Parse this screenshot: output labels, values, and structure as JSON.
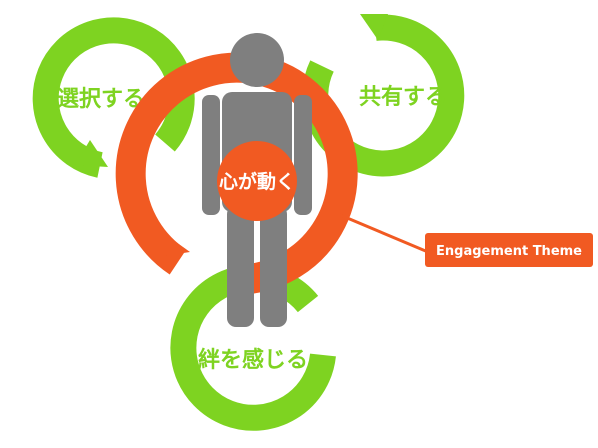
{
  "labels": {
    "select": "選択する",
    "share": "共有する",
    "bond": "絆を感じる",
    "heart": "心が動く",
    "theme": "Engagement Theme"
  },
  "colors": {
    "green": "#7ed321",
    "orange": "#f15a22",
    "figure": "#7f7f7f",
    "background": "#ffffff",
    "label_text": "#ffffff"
  }
}
